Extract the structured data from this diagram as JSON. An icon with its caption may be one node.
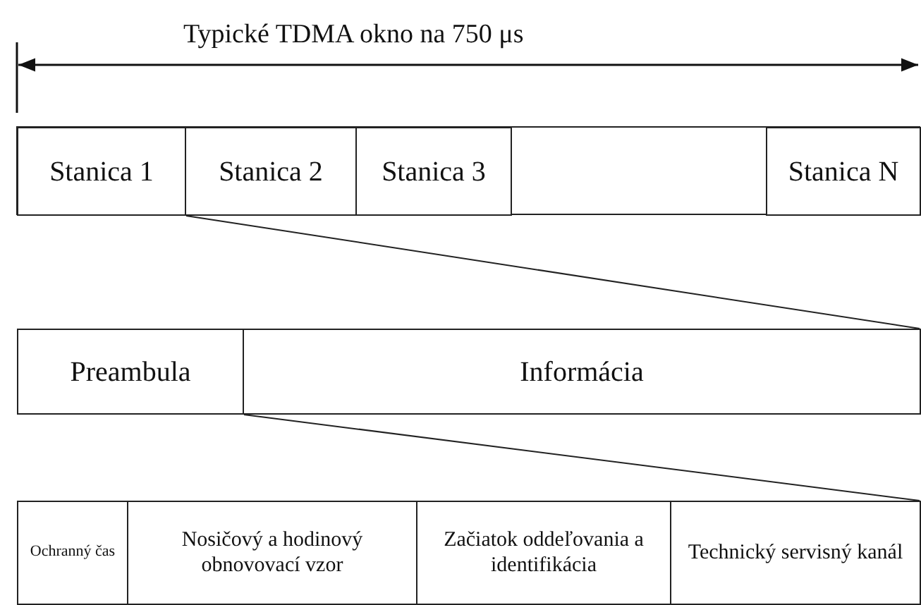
{
  "diagram": {
    "nodes": [
      {
        "text": [
          "Stanica 1"
        ]
      },
      {
        "text": [
          "Stanica 2"
        ]
      },
      {
        "text": [
          "Stanica 3"
        ]
      },
      {
        "text": [
          "Stanica N"
        ]
      },
      {
        "text": [
          "Preambula"
        ]
      },
      {
        "text": [
          "Informácia"
        ]
      },
      {
        "text": [
          "Ochranný čas"
        ]
      },
      {
        "text": [
          "Nosičový a hodinový obnovovací vzor"
        ]
      },
      {
        "text": [
          "Začiatok oddeľovania a identifikácia"
        ]
      },
      {
        "text": [
          "Technický servisný kanál"
        ]
      }
    ],
    "edges": [
      {
        "from": 0,
        "to": 5,
        "arrow": "none"
      },
      {
        "from": 4,
        "to": 9,
        "arrow": "none"
      }
    ],
    "labels": [
      "Typické TDMA okno na 750 μs"
    ]
  }
}
